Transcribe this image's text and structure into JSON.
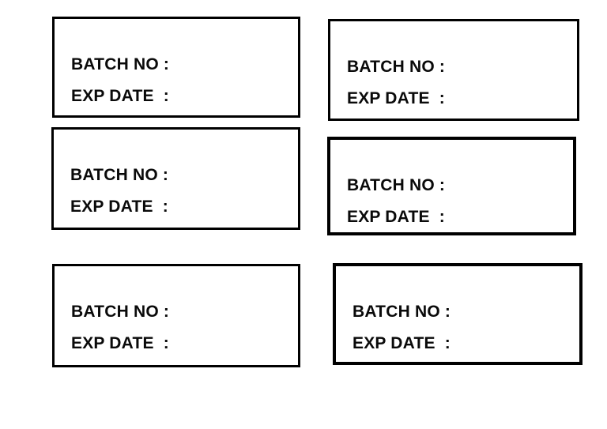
{
  "page": {
    "background_color": "#ffffff",
    "border_color": "#000000",
    "text_color": "#0a0a0a"
  },
  "labels": {
    "boxes": [
      {
        "batch_label": "BATCH NO :",
        "exp_label": "EXP DATE  :"
      },
      {
        "batch_label": "BATCH NO :",
        "exp_label": "EXP DATE  :"
      },
      {
        "batch_label": "BATCH NO :",
        "exp_label": "EXP DATE  :"
      },
      {
        "batch_label": "BATCH NO :",
        "exp_label": "EXP DATE  :"
      },
      {
        "batch_label": "BATCH NO :",
        "exp_label": "EXP DATE  :"
      },
      {
        "batch_label": "BATCH NO :",
        "exp_label": "EXP DATE  :"
      }
    ]
  }
}
